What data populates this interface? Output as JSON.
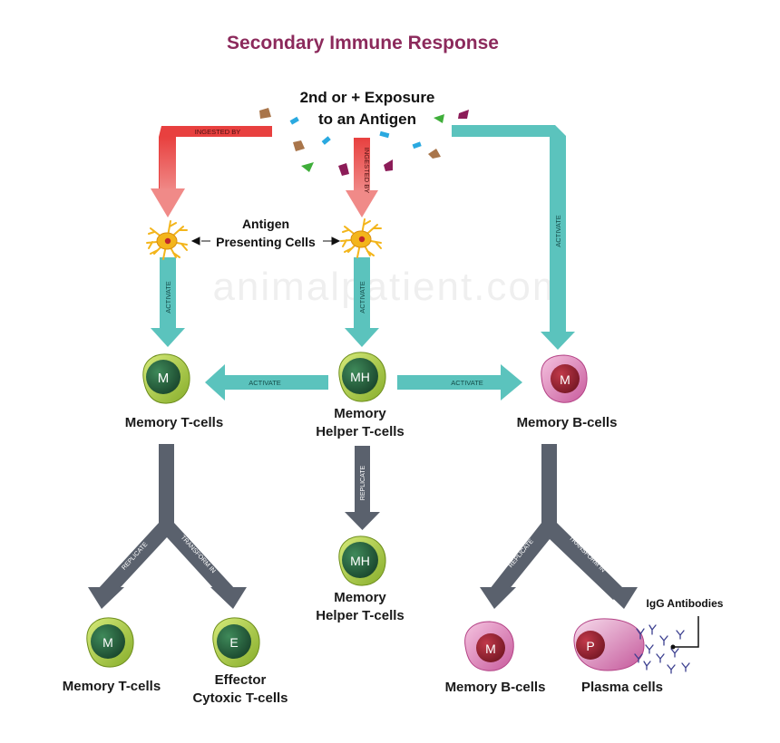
{
  "title": "Secondary Immune Response",
  "exposure": {
    "line1": "2nd or + Exposure",
    "line2": "to an Antigen"
  },
  "apc": {
    "line1": "Antigen",
    "line2": "Presenting Cells"
  },
  "arrow_labels": {
    "ingested_by": "INGESTED BY",
    "activate": "ACTIVATE",
    "replicate": "REPLICATE",
    "transform_in": "TRANSFORM IN"
  },
  "cells": {
    "memory_t_top": {
      "letter": "M",
      "label_1": "Memory T-cells"
    },
    "memory_helper_top": {
      "letter": "MH",
      "label_1": "Memory",
      "label_2": "Helper T-cells"
    },
    "memory_b_top": {
      "letter": "M",
      "label_1": "Memory B-cells"
    },
    "memory_helper_bottom": {
      "letter": "MH",
      "label_1": "Memory",
      "label_2": "Helper T-cells"
    },
    "memory_t_bottom": {
      "letter": "M",
      "label_1": "Memory T-cells"
    },
    "effector": {
      "letter": "E",
      "label_1": "Effector",
      "label_2": "Cytoxic T-cells"
    },
    "memory_b_bottom": {
      "letter": "M",
      "label_1": "Memory B-cells"
    },
    "plasma": {
      "letter": "P",
      "label_1": "Plasma cells"
    }
  },
  "antibodies_label": "IgG Antibodies",
  "watermark": "animalpatient.com",
  "colors": {
    "title": "#8c2a5c",
    "ingest_arrow": "#e8403f",
    "teal_arrow": "#5bc3bd",
    "grey_arrow": "#5a616d",
    "t_cell_outer": "#a7c63c",
    "t_cell_inner": "#1f5f3a",
    "b_cell_outer": "#e27fb7",
    "b_cell_inner": "#9b1d2b",
    "apc_body": "#f3b51b"
  }
}
